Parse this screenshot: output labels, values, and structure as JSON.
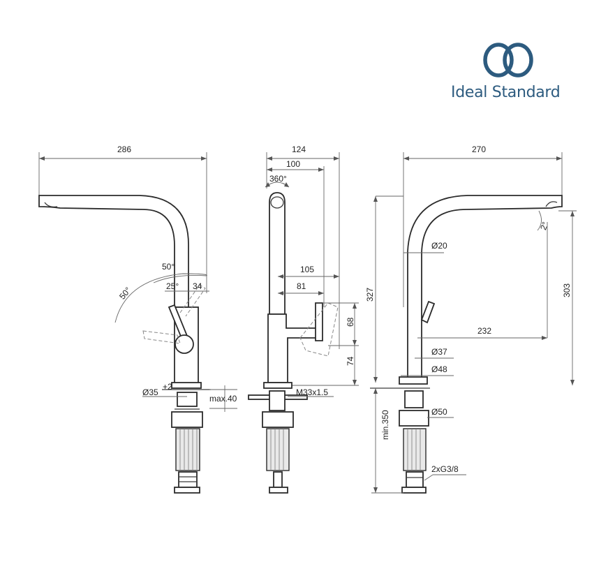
{
  "brand": {
    "name": "Ideal Standard",
    "logo_icon": "interlinked-rings-logo",
    "color": "#2d5b7f"
  },
  "views": {
    "side_left": {
      "overall_width": "286",
      "lever_angle_1": "50°",
      "lever_angle_2": "50°",
      "offset_a": "25°",
      "offset_b": "34",
      "hole_diameter": "Ø35",
      "hole_tolerance": "+2",
      "max_thickness": "max.40"
    },
    "front": {
      "overall_width": "124",
      "spout_width": "100",
      "rotation": "360°",
      "lever_reach": "105",
      "lever_offset": "81",
      "lever_height": "68",
      "base_height": "74",
      "thread": "M33x1.5"
    },
    "side_right": {
      "overall_width": "270",
      "tilt_angle": "2°",
      "spout_diameter": "Ø20",
      "total_height": "327",
      "outlet_height": "303",
      "reach": "232",
      "body_diameter": "Ø37",
      "base_diameter": "Ø48",
      "nut_diameter": "Ø50",
      "hose_length": "min.350",
      "connections": "2xG3/8"
    }
  }
}
